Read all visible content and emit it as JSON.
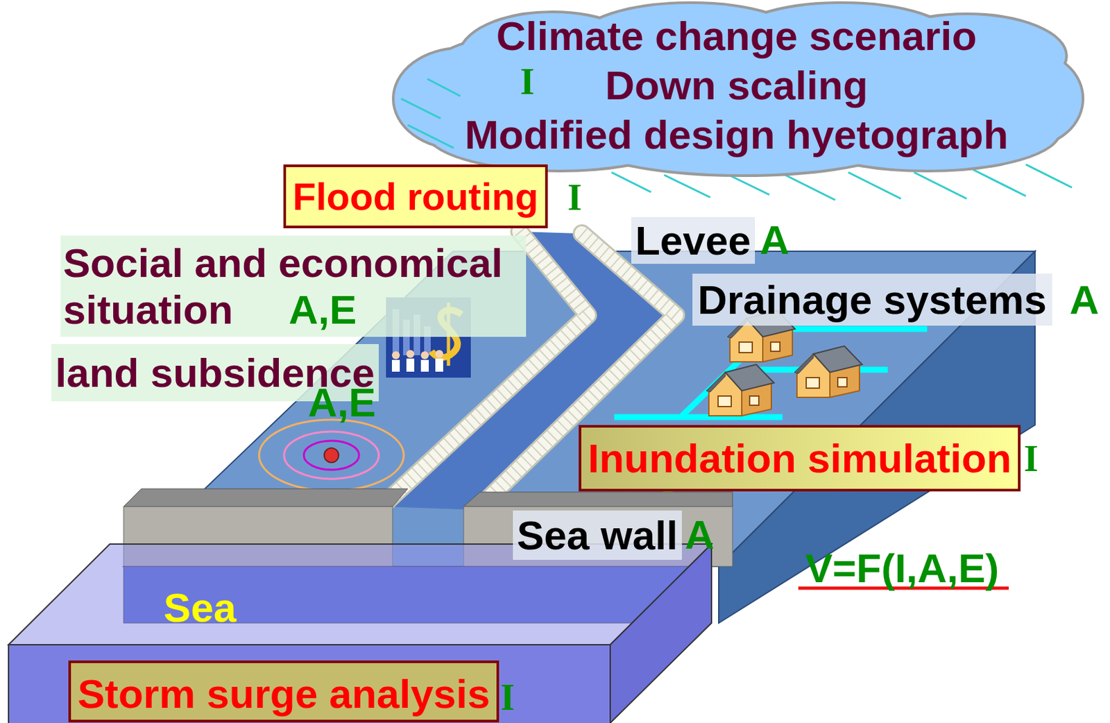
{
  "diagram": {
    "nodes": [
      {
        "text": [
          "Climate change scenario",
          "Down scaling",
          "Modified design hyetograph"
        ]
      },
      {
        "text": [
          "Flood routing"
        ]
      },
      {
        "text": [
          "Levee"
        ]
      },
      {
        "text": [
          "Social and economical situation",
          "A,E"
        ]
      },
      {
        "text": [
          "Drainage systems"
        ]
      },
      {
        "text": [
          "land subsidence"
        ]
      },
      {
        "text": [
          "Inundation simulation"
        ]
      },
      {
        "text": [
          "Sea wall"
        ]
      },
      {
        "text": [
          "Storm surge analysis"
        ]
      }
    ],
    "labels": [
      "I",
      "I",
      "A",
      "A",
      "A,E",
      "I",
      "A",
      "V=F(I,A,E)",
      "Sea",
      "I"
    ]
  }
}
